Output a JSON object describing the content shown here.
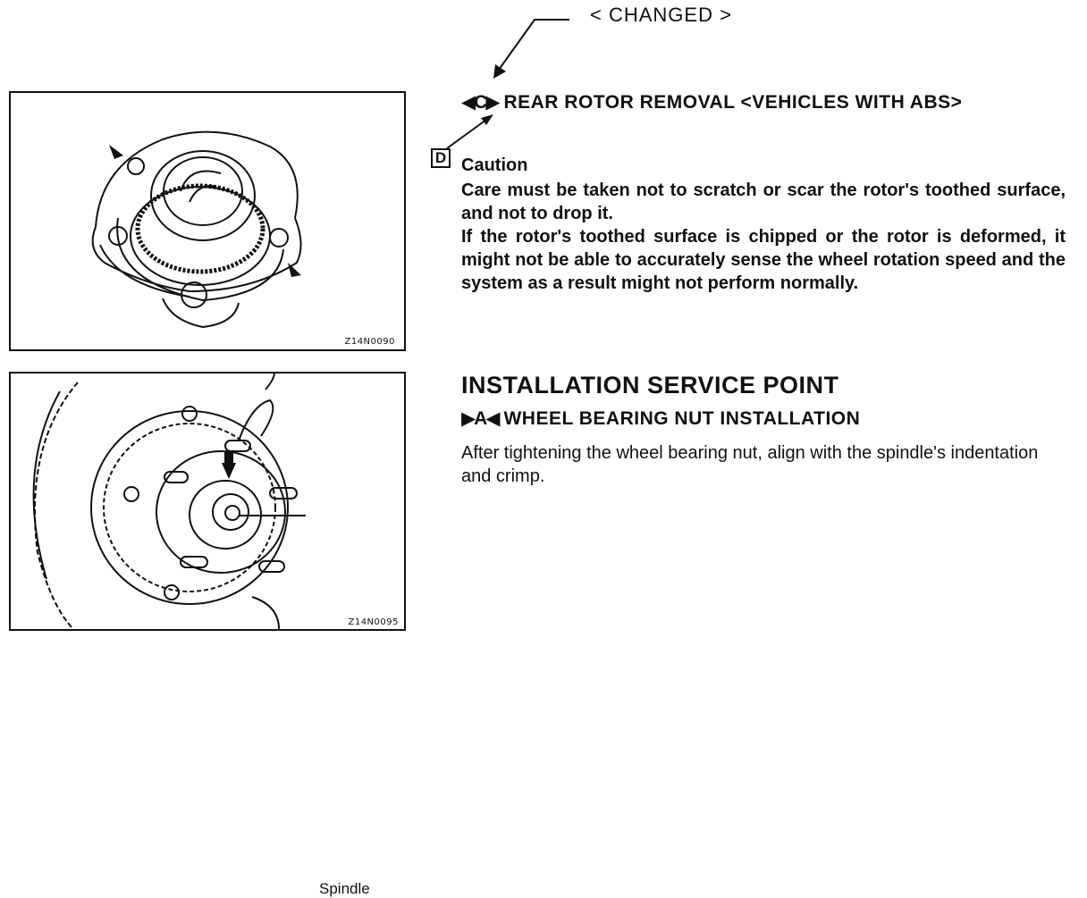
{
  "header": {
    "changed_label": "< CHANGED >"
  },
  "figures": [
    {
      "code": "Z14N0090"
    },
    {
      "code": "Z14N0095",
      "callout": "Spindle"
    }
  ],
  "removal": {
    "marker": "◀C▶",
    "title": "REAR ROTOR REMOVAL <VEHICLES WITH ABS>",
    "d_label": "D",
    "caution_heading": "Caution",
    "caution_p1": "Care must be taken not to scratch or scar the rotor's toothed surface, and not to drop it.",
    "caution_p2": "If the rotor's toothed surface is chipped or the rotor is deformed, it might not be able to accurately sense the wheel rotation speed and the system as a result might not perform normally."
  },
  "installation": {
    "heading": "INSTALLATION SERVICE POINT",
    "marker": "▶A◀",
    "sub_title": "WHEEL BEARING NUT INSTALLATION",
    "text": "After tightening the wheel bearing nut, align with the spindle's indentation and crimp."
  }
}
